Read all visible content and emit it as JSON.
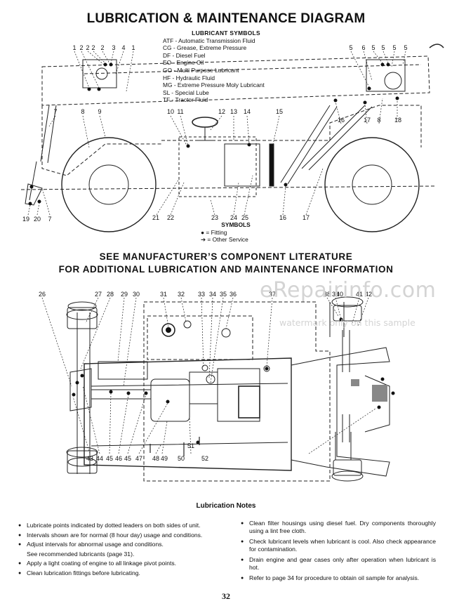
{
  "title": "LUBRICATION & MAINTENANCE DIAGRAM",
  "lubricant_symbols": {
    "heading": "LUBRICANT SYMBOLS",
    "items": [
      "ATF - Automatic Transmission Fluid",
      "CG - Grease, Extreme Pressure",
      "DF - Diesel Fuel",
      "EO - Engine Oil",
      "GO - Multi Purpose Lubricant",
      "HF - Hydraulic Fluid",
      "MG - Extreme Pressure Moly Lubricant",
      "SL - Special Lube",
      "TF - Tractor Fluid"
    ]
  },
  "symbols": {
    "heading": "SYMBOLS",
    "fitting": "= Fitting",
    "other": "= Other Service"
  },
  "subheading": {
    "line1": "SEE MANUFACTURER’S COMPONENT LITERATURE",
    "line2": "FOR ADDITIONAL LUBRICATION AND MAINTENANCE INFORMATION"
  },
  "watermark": {
    "logo": "eRepairinfo.com",
    "sample": "watermark only on this sample"
  },
  "side_view_callouts": {
    "top_left": [
      "1",
      "2",
      "2",
      "2",
      "2",
      "3",
      "4",
      "1"
    ],
    "top_right": [
      "5",
      "6",
      "5",
      "5",
      "5",
      "5"
    ],
    "upper_middle": [
      "7",
      "8",
      "9",
      "10",
      "11",
      "12",
      "13",
      "14",
      "15",
      "16",
      "17",
      "8",
      "18"
    ],
    "bottom": [
      "19",
      "20",
      "7",
      "21",
      "22",
      "23",
      "24",
      "25",
      "16",
      "17"
    ]
  },
  "top_view_callouts": {
    "top": [
      "26",
      "27",
      "28",
      "29",
      "30",
      "31",
      "32",
      "33",
      "34",
      "35",
      "36",
      "37",
      "38",
      "39",
      "40",
      "41",
      "42"
    ],
    "bottom": [
      "43",
      "44",
      "45",
      "46",
      "45",
      "47",
      "48",
      "49",
      "50",
      "51",
      "52"
    ]
  },
  "notes": {
    "title": "Lubrication Notes",
    "left": [
      "Lubricate points indicated by dotted leaders on both sides of unit.",
      "Intervals shown are for normal (8 hour day) usage and conditions.",
      "Adjust intervals for abnormal usage and conditions.",
      "See recommended lubricants (page 31).",
      "Apply a light coating of engine to all linkage pivot points.",
      "Clean lubrication fittings before lubricating."
    ],
    "right": [
      "Clean filter housings using diesel fuel. Dry components thoroughly using a lint free cloth.",
      "Check lubricant levels when lubricant is cool. Also check appearance for contamination.",
      "Drain engine and gear cases only after operation when lubricant is hot.",
      "Refer to page 34 for procedure to obtain oil sample for analysis."
    ]
  },
  "page_number": "32"
}
